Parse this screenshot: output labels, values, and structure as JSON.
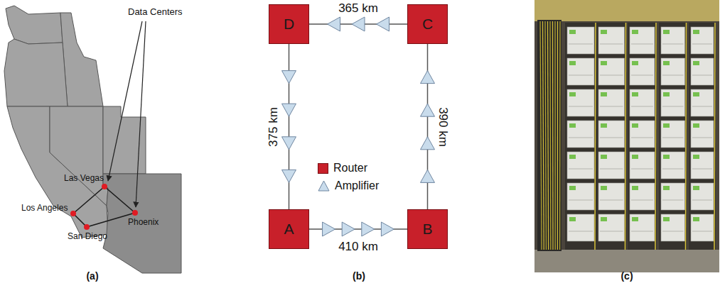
{
  "diagram": {
    "nodes": [
      {
        "text": [
          "D"
        ]
      },
      {
        "text": [
          "C"
        ]
      },
      {
        "text": [
          "A"
        ]
      },
      {
        "text": [
          "B"
        ]
      }
    ],
    "edges": [
      {
        "from": 1,
        "to": 0,
        "label": "365 km",
        "arrow": "none"
      },
      {
        "from": 0,
        "to": 2,
        "label": "375 km",
        "arrow": "none"
      },
      {
        "from": 2,
        "to": 3,
        "label": "410 km",
        "arrow": "none"
      },
      {
        "from": 3,
        "to": 1,
        "label": "390 km",
        "arrow": "none"
      }
    ],
    "labels": [
      "Data Centers",
      "Las Vegas",
      "Los Angeles",
      "San Diego",
      "Phoenix",
      "(a)",
      "(b)",
      "(c)"
    ],
    "legend": [
      {
        "text": "Router",
        "color": "#c8202a"
      },
      {
        "text": "Amplifier"
      }
    ]
  }
}
